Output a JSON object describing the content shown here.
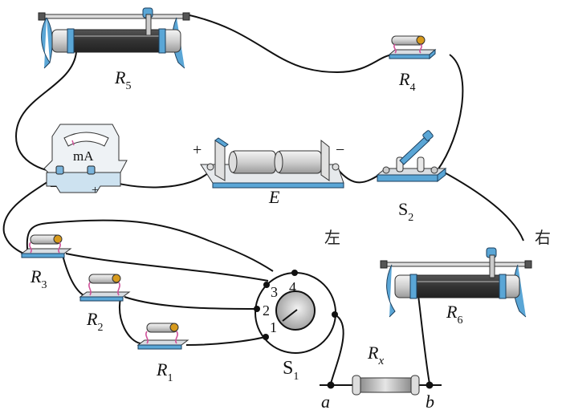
{
  "diagram": {
    "title": "Circuit for measuring unknown resistance Rx",
    "components": {
      "r5": {
        "symbol": "R",
        "sub": "5",
        "type": "rheostat"
      },
      "r4": {
        "symbol": "R",
        "sub": "4",
        "type": "resistor"
      },
      "r6": {
        "symbol": "R",
        "sub": "6",
        "type": "rheostat"
      },
      "r3": {
        "symbol": "R",
        "sub": "3",
        "type": "resistor"
      },
      "r2": {
        "symbol": "R",
        "sub": "2",
        "type": "resistor"
      },
      "r1": {
        "symbol": "R",
        "sub": "1",
        "type": "resistor"
      },
      "rx": {
        "symbol": "R",
        "sub": "x",
        "type": "unknown resistor"
      },
      "e": {
        "symbol": "E",
        "type": "battery",
        "plus": "+",
        "minus": "−"
      },
      "s1": {
        "symbol": "S",
        "sub": "1",
        "type": "rotary selector switch",
        "positions": [
          "1",
          "2",
          "3",
          "4"
        ]
      },
      "s2": {
        "symbol": "S",
        "sub": "2",
        "type": "knife switch"
      },
      "ammeter": {
        "unit": "mA",
        "minus": "−",
        "plus": "+"
      }
    },
    "terminals": {
      "a": "a",
      "b": "b"
    },
    "directions": {
      "left": "左",
      "right": "右"
    },
    "colors": {
      "accent_blue": "#5aa6d6",
      "resistor_core": "#3a3a3a",
      "wire": "#111111",
      "lead_pink": "#d0529a",
      "cap_gold": "#d79a1c"
    }
  }
}
